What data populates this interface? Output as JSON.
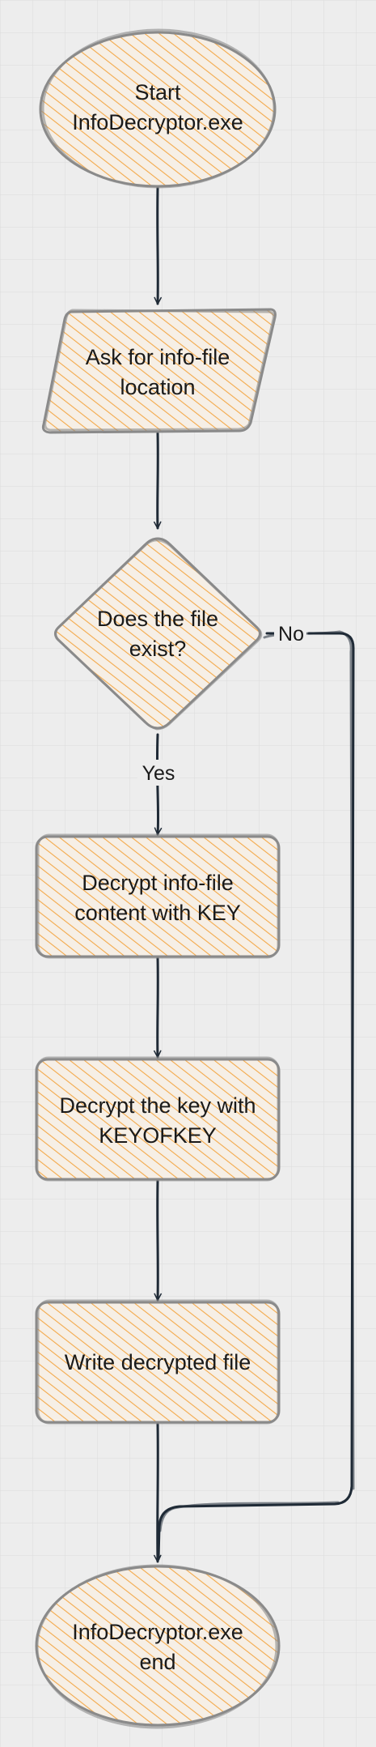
{
  "colors": {
    "background": "#ededed",
    "grid": "#dcdcdc",
    "fill_hatch": "#f4a94a",
    "node_bg": "#f6efe6",
    "outline": "#8a8a8a",
    "edge": "#1f2a36",
    "text": "#1a1a1a"
  },
  "nodes": [
    {
      "id": "start",
      "shape": "ellipse",
      "lines": [
        "Start",
        "InfoDecryptor.exe"
      ]
    },
    {
      "id": "ask",
      "shape": "parallelogram",
      "lines": [
        "Ask for info-file",
        "location"
      ]
    },
    {
      "id": "exists",
      "shape": "diamond",
      "lines": [
        "Does the file",
        "exist?"
      ]
    },
    {
      "id": "decrypt-content",
      "shape": "rounded-rect",
      "lines": [
        "Decrypt info-file",
        "content with KEY"
      ]
    },
    {
      "id": "decrypt-key",
      "shape": "rounded-rect",
      "lines": [
        "Decrypt the key with",
        "KEYOFKEY"
      ]
    },
    {
      "id": "write",
      "shape": "rounded-rect",
      "lines": [
        "Write decrypted file"
      ]
    },
    {
      "id": "end",
      "shape": "ellipse",
      "lines": [
        "InfoDecryptor.exe",
        "end"
      ]
    }
  ],
  "edges": [
    {
      "from": "start",
      "to": "ask",
      "label": ""
    },
    {
      "from": "ask",
      "to": "exists",
      "label": ""
    },
    {
      "from": "exists",
      "to": "decrypt-content",
      "label": "Yes"
    },
    {
      "from": "exists",
      "to": "end",
      "label": "No"
    },
    {
      "from": "decrypt-content",
      "to": "decrypt-key",
      "label": ""
    },
    {
      "from": "decrypt-key",
      "to": "write",
      "label": ""
    },
    {
      "from": "write",
      "to": "end",
      "label": ""
    }
  ]
}
